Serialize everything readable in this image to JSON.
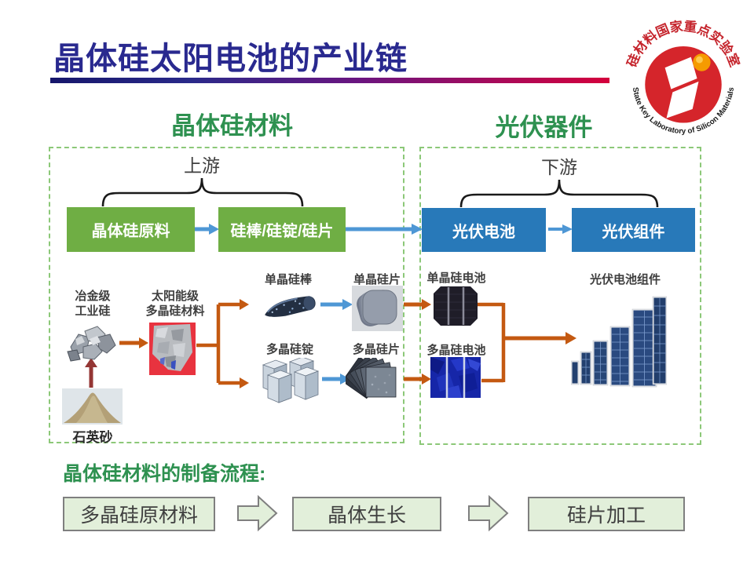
{
  "header": {
    "title": "晶体硅太阳电池的产业链",
    "logo": {
      "arc_top": "硅材料国家重点实验室",
      "arc_bottom": "State Key Laboratory of Silicon Materials"
    }
  },
  "sections": {
    "left_title": "晶体硅材料",
    "right_title": "光伏器件"
  },
  "upstream": {
    "label": "上游",
    "box1": "晶体硅原料",
    "box2": "硅棒/硅锭/硅片"
  },
  "downstream": {
    "label": "下游",
    "box1": "光伏电池",
    "box2": "光伏组件"
  },
  "materials": {
    "quartz_sand": "石英砂",
    "metallurgical": "冶金级\n工业硅",
    "solar_grade": "太阳能级\n多晶硅材料",
    "mono_rod": "单晶硅棒",
    "mono_wafer": "单晶硅片",
    "poly_ingot": "多晶硅锭",
    "poly_wafer": "多晶硅片"
  },
  "devices": {
    "mono_cell": "单晶硅电池",
    "poly_cell": "多晶硅电池",
    "module": "光伏电池组件"
  },
  "process": {
    "heading": "晶体硅材料的制备流程:",
    "steps": [
      "多晶硅原材料",
      "晶体生长",
      "硅片加工"
    ]
  },
  "colors": {
    "title": "#29298f",
    "section_green": "#2e9150",
    "box_green": "#6fae44",
    "box_blue": "#2879b9",
    "arrow_blue": "#4e97d5",
    "arrow_orange": "#c45911",
    "arrow_dark_red": "#943634",
    "dashed_border": "#8cc878",
    "process_fill": "#e2efda",
    "logo_red": "#d5252b"
  }
}
